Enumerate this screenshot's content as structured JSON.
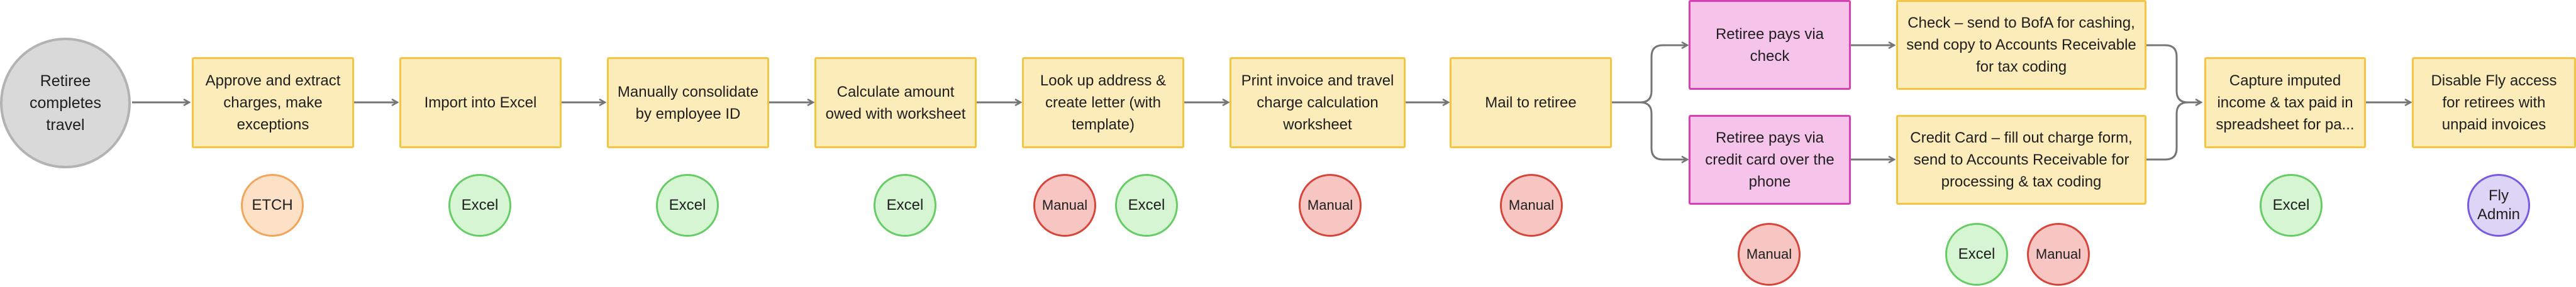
{
  "start": {
    "label": "Retiree completes travel"
  },
  "steps": [
    {
      "id": "approve",
      "label": "Approve and extract charges, make exceptions"
    },
    {
      "id": "import",
      "label": "Import into Excel"
    },
    {
      "id": "consolidate",
      "label": "Manually consolidate by employee ID"
    },
    {
      "id": "calculate",
      "label": "Calculate amount owed with worksheet"
    },
    {
      "id": "lookup",
      "label": "Look up address & create letter (with template)"
    },
    {
      "id": "print",
      "label": "Print invoice and travel charge calculation worksheet"
    },
    {
      "id": "mail",
      "label": "Mail to retiree"
    },
    {
      "id": "pays_check",
      "label": "Retiree pays via check"
    },
    {
      "id": "pays_card",
      "label": "Retiree pays via credit card over the phone"
    },
    {
      "id": "check_bofa",
      "label": "Check – send to BofA for cashing, send copy to Accounts Receivable for tax coding"
    },
    {
      "id": "card_form",
      "label": "Credit Card – fill out charge form, send to Accounts Receivable for processing & tax coding"
    },
    {
      "id": "capture",
      "label": "Capture imputed income & tax paid in spreadsheet for pa..."
    },
    {
      "id": "disable",
      "label": "Disable Fly access for retirees with unpaid invoices"
    }
  ],
  "tools": [
    {
      "id": "t_etch",
      "label": "ETCH",
      "kind": "etch"
    },
    {
      "id": "t_excel1",
      "label": "Excel",
      "kind": "excel"
    },
    {
      "id": "t_excel2",
      "label": "Excel",
      "kind": "excel"
    },
    {
      "id": "t_excel3",
      "label": "Excel",
      "kind": "excel"
    },
    {
      "id": "t_manual1",
      "label": "Manual",
      "kind": "manual"
    },
    {
      "id": "t_excel4",
      "label": "Excel",
      "kind": "excel"
    },
    {
      "id": "t_manual2",
      "label": "Manual",
      "kind": "manual"
    },
    {
      "id": "t_manual3",
      "label": "Manual",
      "kind": "manual"
    },
    {
      "id": "t_manual4",
      "label": "Manual",
      "kind": "manual"
    },
    {
      "id": "t_excel5",
      "label": "Excel",
      "kind": "excel"
    },
    {
      "id": "t_manual5",
      "label": "Manual",
      "kind": "manual"
    },
    {
      "id": "t_excel6",
      "label": "Excel",
      "kind": "excel"
    },
    {
      "id": "t_fly",
      "label": "Fly Admin",
      "kind": "fly"
    }
  ],
  "colors": {
    "process_fill": "#fcecb9",
    "process_border": "#f4c542",
    "payment_fill": "#f6c4ea",
    "payment_border": "#d93fb4",
    "start_fill": "#d9d9d9",
    "arrow": "#757575",
    "etch": "#f2a55a",
    "excel": "#66cc66",
    "manual": "#d9443a",
    "fly": "#7a5ae0"
  }
}
